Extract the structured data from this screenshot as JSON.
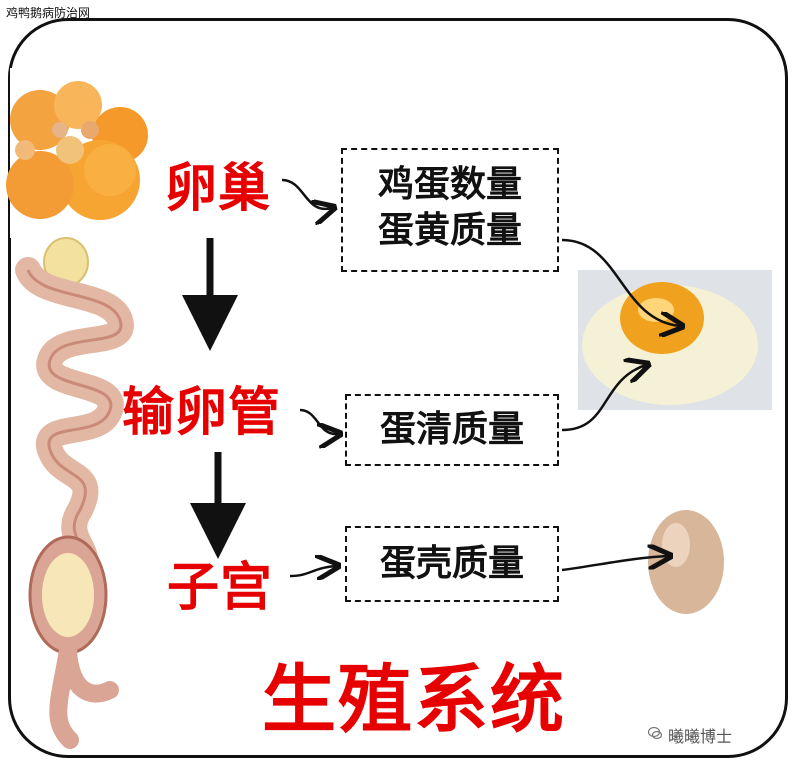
{
  "site_label": "鸡鸭鹅病防治网",
  "organs": {
    "ovary": "卵巢",
    "oviduct": "输卵管",
    "uterus": "子宫"
  },
  "boxes": {
    "ovary_line1": "鸡蛋数量",
    "ovary_line2": "蛋黄质量",
    "oviduct": "蛋清质量",
    "uterus": "蛋壳质量"
  },
  "title": "生殖系统",
  "watermark": "曦曦博士",
  "colors": {
    "organ_text": "#e60000",
    "title_text": "#e60000",
    "arrow": "#111111"
  }
}
